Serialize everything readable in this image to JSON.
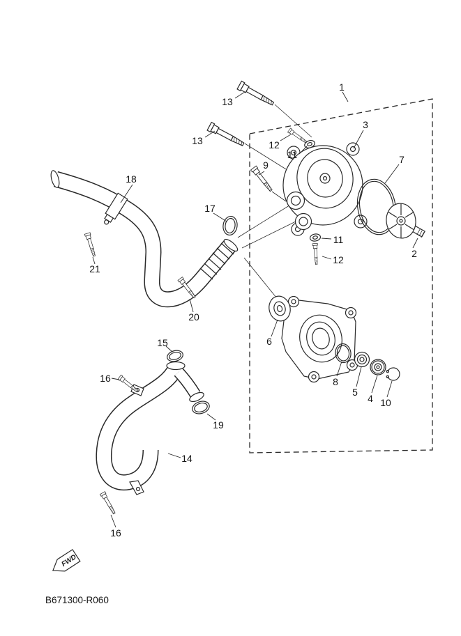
{
  "diagram": {
    "code": "B671300-R060",
    "fwd_label": "FWD",
    "colors": {
      "line": "#2a2a2a",
      "background": "#ffffff"
    },
    "callouts": [
      {
        "label": "13"
      },
      {
        "label": "13"
      },
      {
        "label": "12"
      },
      {
        "label": "11"
      },
      {
        "label": "9"
      },
      {
        "label": "1"
      },
      {
        "label": "3"
      },
      {
        "label": "7"
      },
      {
        "label": "2"
      },
      {
        "label": "18"
      },
      {
        "label": "17"
      },
      {
        "label": "11"
      },
      {
        "label": "12"
      },
      {
        "label": "21"
      },
      {
        "label": "20"
      },
      {
        "label": "6"
      },
      {
        "label": "8"
      },
      {
        "label": "5"
      },
      {
        "label": "4"
      },
      {
        "label": "10"
      },
      {
        "label": "15"
      },
      {
        "label": "16"
      },
      {
        "label": "19"
      },
      {
        "label": "14"
      },
      {
        "label": "16"
      }
    ]
  }
}
